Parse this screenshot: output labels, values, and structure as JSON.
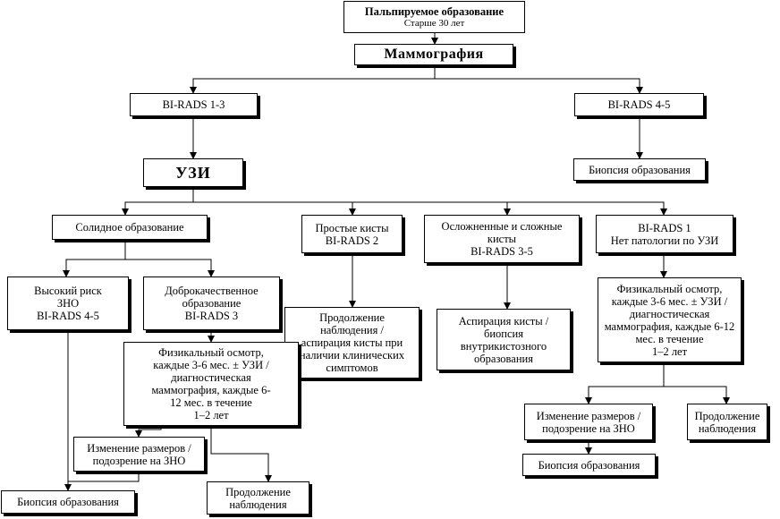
{
  "nodes": {
    "palp": {
      "lines": [
        "Пальпируемое образование",
        "Старше 30 лет"
      ]
    },
    "mammo": {
      "lines": [
        "Маммография"
      ]
    },
    "birads13": {
      "lines": [
        "BI-RADS  1-3"
      ]
    },
    "birads45": {
      "lines": [
        "BI-RADS  4-5"
      ]
    },
    "biopsy_top": {
      "lines": [
        "Биопсия образования"
      ]
    },
    "uzi": {
      "lines": [
        "УЗИ"
      ]
    },
    "solid": {
      "lines": [
        "Солидное образование"
      ]
    },
    "simple_cysts": {
      "lines": [
        "Простые кисты",
        "BI-RADS  2"
      ]
    },
    "complex_cysts": {
      "lines": [
        "Осложненные и сложные",
        "кисты",
        "BI-RADS  3-5"
      ]
    },
    "birads1": {
      "lines": [
        "BI-RADS  1",
        "Нет патологии по УЗИ"
      ]
    },
    "high_risk": {
      "lines": [
        "Высокий риск",
        "ЗНО",
        "BI-RADS  4-5"
      ]
    },
    "benign": {
      "lines": [
        "Доброкачественное",
        "образование",
        "BI-RADS  3"
      ]
    },
    "continue_obs_cyst": {
      "lines": [
        "Продолжение",
        "наблюдения /",
        "аспирация кисты при",
        "наличии клинических",
        "симптомов"
      ]
    },
    "aspiration": {
      "lines": [
        "Аспирация  кисты /",
        "биопсия",
        "внутрикистозного",
        "образования"
      ]
    },
    "phys_right": {
      "lines": [
        "Физикальный осмотр,",
        "каждые 3-6 мес. ± УЗИ /",
        "диагностическая",
        "маммография, каждые 6-12",
        "мес.   в течение",
        "1–2 лет"
      ]
    },
    "phys_left": {
      "lines": [
        "Физикальный осмотр,",
        "каждые 3-6 мес. ± УЗИ /",
        "диагностическая",
        "маммография, каждые 6-",
        "12 мес.   в течение",
        "1–2 лет"
      ]
    },
    "change_left": {
      "lines": [
        "Изменение размеров /",
        "подозрение на ЗНО"
      ]
    },
    "biopsy_left": {
      "lines": [
        "Биопсия образования"
      ]
    },
    "continue_left": {
      "lines": [
        "Продолжение",
        "наблюдения"
      ]
    },
    "change_right": {
      "lines": [
        "Изменение размеров /",
        "подозрение на ЗНО"
      ]
    },
    "continue_right": {
      "lines": [
        "Продолжение",
        "наблюдения"
      ]
    },
    "biopsy_right": {
      "lines": [
        "Биопсия образования"
      ]
    }
  }
}
